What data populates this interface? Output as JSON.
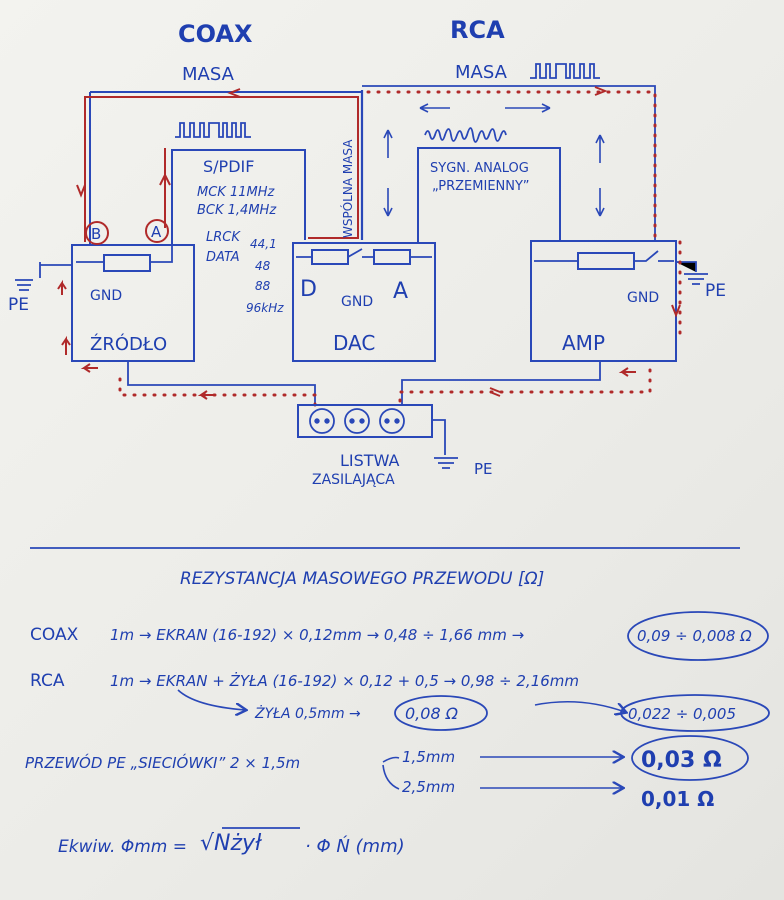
{
  "diagram": {
    "headers": {
      "coax": "COAX",
      "rca": "RCA"
    },
    "masa_coax": "MASA",
    "masa_rca": "MASA",
    "spdif": "S/PDIF",
    "clocks": [
      "MCK 11MHz",
      "BCK 1,4MHz"
    ],
    "lrck_label": "LRCK",
    "data_label": "DATA",
    "rates": [
      "44,1",
      "48",
      "88",
      "96kHz"
    ],
    "wspolna_masa": "WSPÓLNA MASA",
    "sygn": [
      "SYGN. ANALOG",
      "„PRZEMIENNY”"
    ],
    "nodes": {
      "b": "B",
      "a": "A"
    },
    "boxes": {
      "zrodlo": "ŹRÓDŁO",
      "dac": "DAC",
      "amp": "AMP",
      "dac_d": "D",
      "dac_a": "A"
    },
    "gnd": "GND",
    "pe": "PE",
    "listwa": [
      "LISTWA",
      "ZASILAJĄCA"
    ],
    "colors": {
      "ink": "#1f3fb0",
      "red": "#b02a2a"
    }
  },
  "table": {
    "title": "REZYSTANCJA MASOWEGO PRZEWODU [Ω]",
    "coax_row": {
      "label": "COAX",
      "expr": "1m → EKRAN (16-192) × 0,12mm → 0,48 ÷ 1,66 mm →",
      "result": "0,09 ÷ 0,008 Ω"
    },
    "rca_row": {
      "label": "RCA",
      "expr": "1m → EKRAN + ŻYŁA (16-192) × 0,12 + 0,5 → 0,98 ÷ 2,16mm",
      "sub": "ŻYŁA 0,5mm →",
      "sub_result": "0,08 Ω",
      "result": "0,022 ÷ 0,005"
    },
    "pe_row": {
      "label": "PRZEWÓD PE „SIECIÓWKI” 2 × 1,5m",
      "opt1": "1,5mm",
      "opt2": "2,5mm",
      "res1": "0,03 Ω",
      "res2": "0,01 Ω"
    },
    "formula": {
      "lhs": "Ekwiw. Φmm =",
      "sqrt": "√Nżył",
      "rhs": "· Φ Ń (mm)"
    }
  }
}
